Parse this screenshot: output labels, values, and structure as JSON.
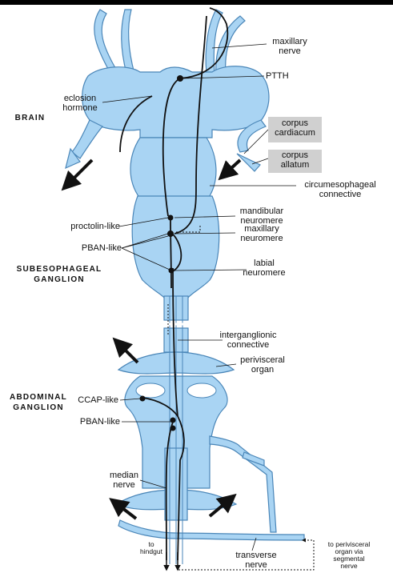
{
  "colors": {
    "tissue": "#a9d4f3",
    "outline": "#4a86b8",
    "neuron": "#111111",
    "box": "#d0d0d0"
  },
  "sections": {
    "brain": "BRAIN",
    "subesophageal": [
      "SUBESOPHAGEAL",
      "GANGLION"
    ],
    "abdominal": [
      "ABDOMINAL",
      "GANGLION"
    ]
  },
  "labels": {
    "maxillary_nerve": [
      "maxillary",
      "nerve"
    ],
    "ptth": "PTTH",
    "eclosion_hormone": [
      "eclosion",
      "hormone"
    ],
    "corpus_cardiacum": [
      "corpus",
      "cardiacum"
    ],
    "corpus_allatum": [
      "corpus",
      "allatum"
    ],
    "circumesophageal_connective": [
      "circumesophageal",
      "connective"
    ],
    "proctolin_like": "proctolin-like",
    "mandibular_neuromere": [
      "mandibular",
      "neuromere"
    ],
    "maxillary_neuromere": [
      "maxillary",
      "neuromere"
    ],
    "pban_like_seg": "PBAN-like",
    "labial_neuromere": [
      "labial",
      "neuromere"
    ],
    "interganglionic_connective": [
      "interganglionic",
      "connective"
    ],
    "perivisceral_organ": [
      "perivisceral",
      "organ"
    ],
    "ccap_like": "CCAP-like",
    "pban_like_abd": "PBAN-like",
    "median_nerve": [
      "median",
      "nerve"
    ],
    "to_hindgut": [
      "to",
      "hindgut"
    ],
    "transverse_nerve": [
      "transverse",
      "nerve"
    ],
    "to_perivisceral": [
      "to perivisceral",
      "organ via",
      "segmental",
      "nerve"
    ]
  }
}
